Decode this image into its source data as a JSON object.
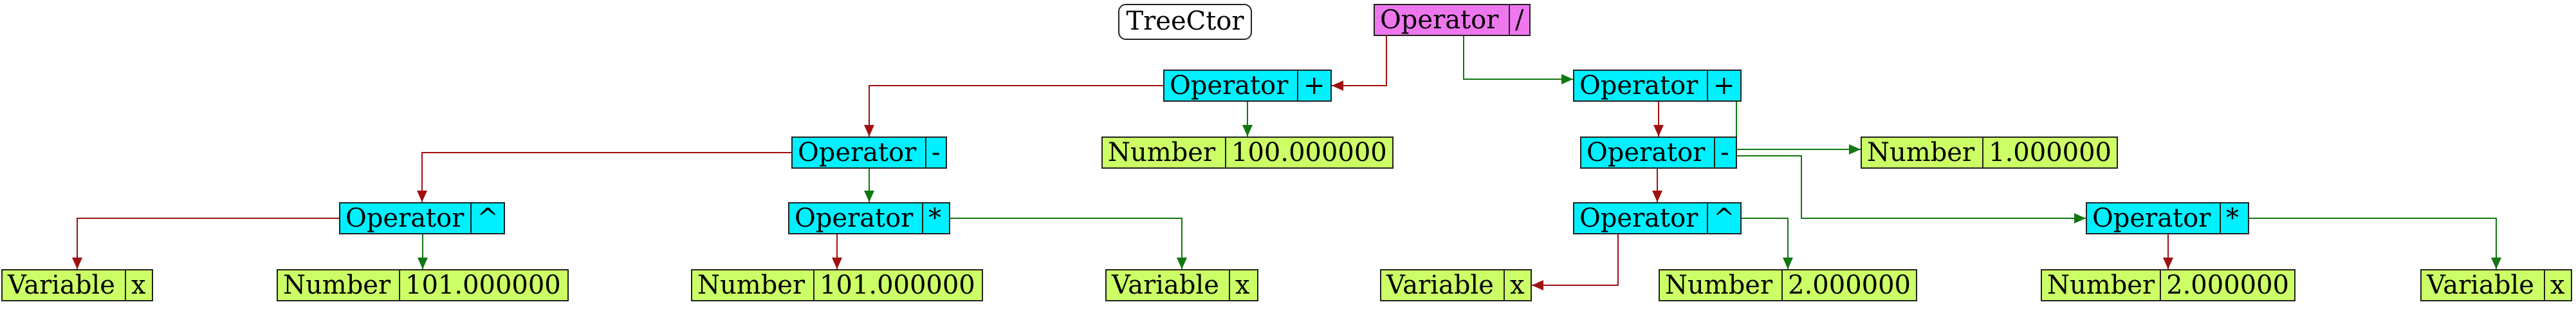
{
  "title": "TreeCtor",
  "colors": {
    "operator": "#00f0ff",
    "root": "#ee77ee",
    "leaf": "#ccff66",
    "left_edge": "#a01010",
    "right_edge": "#117711"
  },
  "nodes": [
    {
      "id": "root",
      "type": "Operator",
      "value": "/",
      "kind": "root"
    },
    {
      "id": "add1",
      "type": "Operator",
      "value": "+",
      "kind": "op"
    },
    {
      "id": "add2",
      "type": "Operator",
      "value": "+",
      "kind": "op"
    },
    {
      "id": "sub1",
      "type": "Operator",
      "value": "-",
      "kind": "op"
    },
    {
      "id": "num100",
      "type": "Number",
      "value": "100.000000",
      "kind": "num"
    },
    {
      "id": "sub2",
      "type": "Operator",
      "value": "-",
      "kind": "op"
    },
    {
      "id": "num1",
      "type": "Number",
      "value": "1.000000",
      "kind": "num"
    },
    {
      "id": "pow1",
      "type": "Operator",
      "value": "^",
      "kind": "op"
    },
    {
      "id": "mul1",
      "type": "Operator",
      "value": "*",
      "kind": "op"
    },
    {
      "id": "pow2",
      "type": "Operator",
      "value": "^",
      "kind": "op"
    },
    {
      "id": "mul2",
      "type": "Operator",
      "value": "*",
      "kind": "op"
    },
    {
      "id": "varx1",
      "type": "Variable",
      "value": "x",
      "kind": "var"
    },
    {
      "id": "num101a",
      "type": "Number",
      "value": "101.000000",
      "kind": "num"
    },
    {
      "id": "num101b",
      "type": "Number",
      "value": "101.000000",
      "kind": "num"
    },
    {
      "id": "varx2",
      "type": "Variable",
      "value": "x",
      "kind": "var"
    },
    {
      "id": "varx3",
      "type": "Variable",
      "value": "x",
      "kind": "var"
    },
    {
      "id": "num2a",
      "type": "Number",
      "value": "2.000000",
      "kind": "num"
    },
    {
      "id": "num2b",
      "type": "Number",
      "value": "2.000000",
      "kind": "num"
    },
    {
      "id": "varx4",
      "type": "Variable",
      "value": "x",
      "kind": "var"
    }
  ],
  "edges": [
    {
      "from": "root",
      "to": "add1",
      "side": "left"
    },
    {
      "from": "root",
      "to": "add2",
      "side": "right"
    },
    {
      "from": "add1",
      "to": "sub1",
      "side": "left"
    },
    {
      "from": "add1",
      "to": "num100",
      "side": "right"
    },
    {
      "from": "add2",
      "to": "sub2",
      "side": "left"
    },
    {
      "from": "add2",
      "to": "num1",
      "side": "right"
    },
    {
      "from": "sub1",
      "to": "pow1",
      "side": "left"
    },
    {
      "from": "sub1",
      "to": "mul1",
      "side": "right"
    },
    {
      "from": "sub2",
      "to": "pow2",
      "side": "left"
    },
    {
      "from": "sub2",
      "to": "mul2",
      "side": "right"
    },
    {
      "from": "pow1",
      "to": "varx1",
      "side": "left"
    },
    {
      "from": "pow1",
      "to": "num101a",
      "side": "right"
    },
    {
      "from": "mul1",
      "to": "num101b",
      "side": "left"
    },
    {
      "from": "mul1",
      "to": "varx2",
      "side": "right"
    },
    {
      "from": "pow2",
      "to": "varx3",
      "side": "left"
    },
    {
      "from": "pow2",
      "to": "num2a",
      "side": "right"
    },
    {
      "from": "mul2",
      "to": "num2b",
      "side": "left"
    },
    {
      "from": "mul2",
      "to": "varx4",
      "side": "right"
    }
  ]
}
